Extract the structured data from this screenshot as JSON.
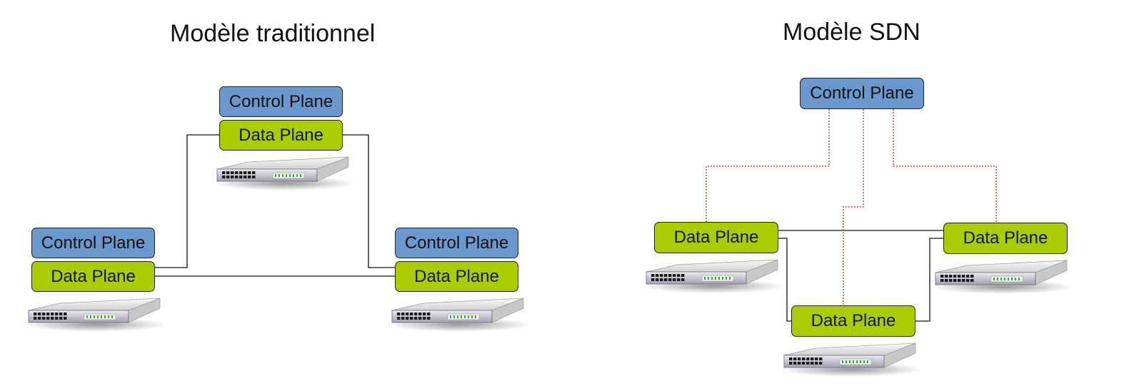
{
  "traditional": {
    "title": "Modèle traditionnel",
    "nodes": [
      {
        "control_label": "Control Plane",
        "data_label": "Data Plane"
      },
      {
        "control_label": "Control Plane",
        "data_label": "Data Plane"
      },
      {
        "control_label": "Control Plane",
        "data_label": "Data Plane"
      }
    ]
  },
  "sdn": {
    "title": "Modèle SDN",
    "controller_label": "Control Plane",
    "nodes": [
      {
        "data_label": "Data Plane"
      },
      {
        "data_label": "Data Plane"
      },
      {
        "data_label": "Data Plane"
      }
    ]
  },
  "colors": {
    "control_plane": "#6b98cc",
    "data_plane": "#aacd00",
    "data_link": "#111111",
    "control_link": "#e01b1b"
  }
}
